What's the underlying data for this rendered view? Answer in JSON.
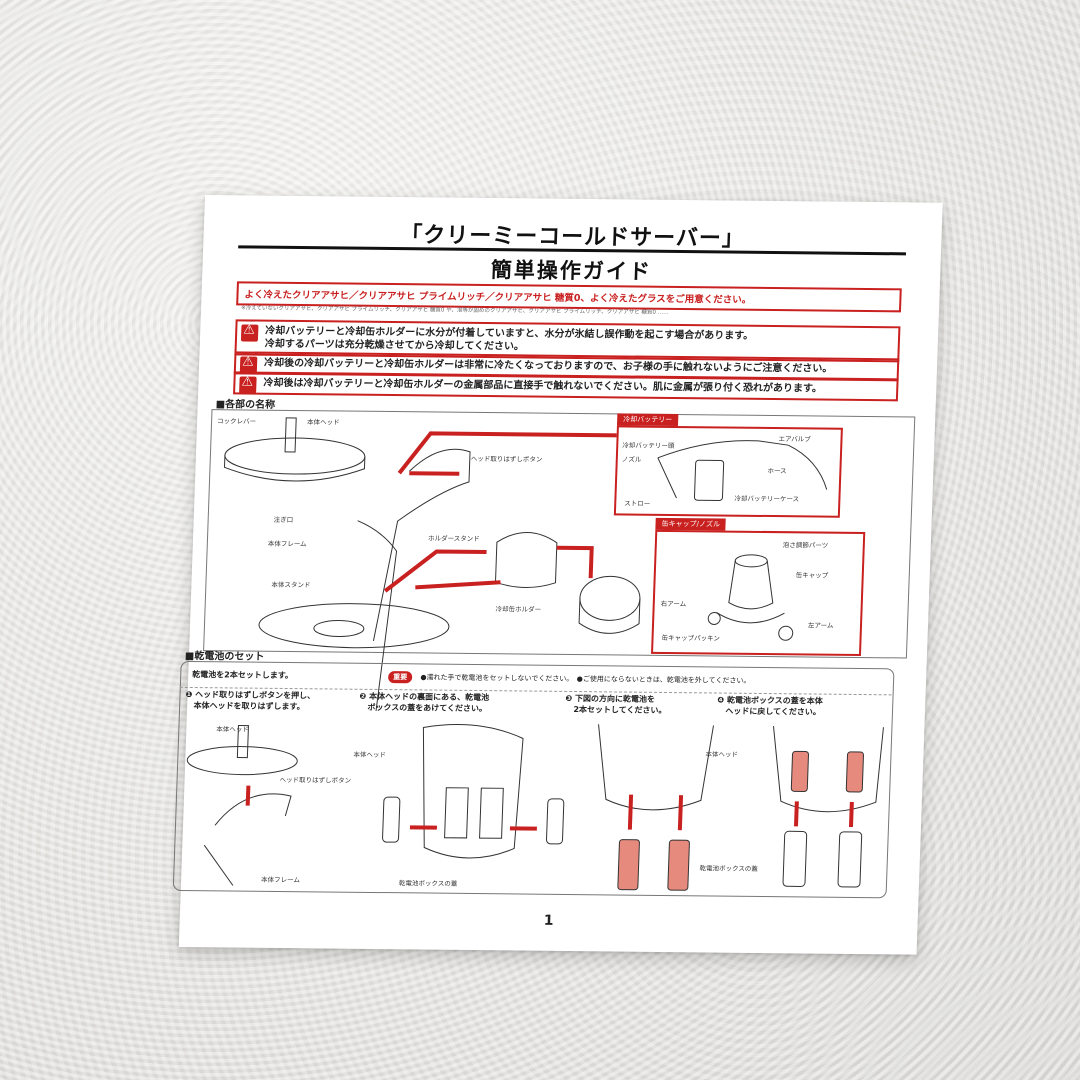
{
  "title": "「クリーミーコールドサーバー」",
  "subtitle": "簡単操作ガイド",
  "notice": "よく冷えたクリアアサヒ／クリアアサヒ プライムリッチ／クリアアサヒ 糖質0、よく冷えたグラスをご用意ください。",
  "footnote": "※冷えていないクリアアサヒ、クリアアサヒ プライムリッチ、クリアアサヒ 糖質0 や、泡等が固めのクリアアサヒ、クリアアサヒ プライムリッチ、クリアアサヒ 糖質0 ……",
  "warnings": [
    {
      "line1": "冷却バッテリーと冷却缶ホルダーに水分が付着していますと、水分が氷結し誤作動を起こす場合があります。",
      "line2": "冷却するパーツは充分乾燥させてから冷却してください。"
    },
    {
      "line1": "冷却後の冷却バッテリーと冷却缶ホルダーは非常に冷たくなっておりますので、お子様の手に触れないようにご注意ください。"
    },
    {
      "line1": "冷却後は冷却バッテリーと冷却缶ホルダーの金属部品に直接手で触れないでください。肌に金属が張り付く恐れがあります。"
    }
  ],
  "parts_section": {
    "title": "■各部の名称",
    "labels": {
      "cock_lever": "コックレバー",
      "head": "本体ヘッド",
      "head_release": "ヘッド取りはずしボタン",
      "spout": "注ぎ口",
      "frame": "本体フレーム",
      "stand": "本体スタンド",
      "holder_stand": "ホルダースタンド",
      "can_holder": "冷却缶ホルダー"
    },
    "battery_inset": {
      "title": "冷却バッテリー",
      "labels": {
        "head": "冷却バッテリー頭",
        "nozzle": "ノズル",
        "straw": "ストロー",
        "air_valve": "エアバルブ",
        "hose": "ホース",
        "case": "冷却バッテリーケース"
      }
    },
    "cap_inset": {
      "title": "缶キャップ/ノズル",
      "labels": {
        "foam_adjust": "泡さ調節パーツ",
        "can_cap": "缶キャップ",
        "right_arm": "右アーム",
        "left_arm": "左アーム",
        "packing": "缶キャップパッキン"
      }
    }
  },
  "battery_section": {
    "title": "■乾電池のセット",
    "intro": "乾電池を2本セットします。",
    "important_tag": "重要",
    "important_text": "●濡れた手で乾電池をセットしないでください。　●ご使用にならないときは、乾電池を外してください。",
    "steps": [
      {
        "no": "❶",
        "line1": "ヘッド取りはずしボタンを押し、",
        "line2": "本体ヘッドを取りはずします。"
      },
      {
        "no": "❷",
        "line1": "本体ヘッドの裏面にある、乾電池",
        "line2": "ボックスの蓋をあけてください。"
      },
      {
        "no": "❸",
        "line1": "下図の方向に乾電池を",
        "line2": "2本セットしてください。"
      },
      {
        "no": "❹",
        "line1": "乾電池ボックスの蓋を本体",
        "line2": "ヘッドに戻してください。"
      }
    ],
    "labels": {
      "head": "本体ヘッド",
      "head_release": "ヘッド取りはずしボタン",
      "frame": "本体フレーム",
      "head2": "本体ヘッド",
      "box_lid": "乾電池ボックスの蓋",
      "head4": "本体ヘッド",
      "box_lid4": "乾電池ボックスの蓋"
    }
  },
  "page_number": "1",
  "colors": {
    "accent": "#c92020",
    "battery": "#e58a7c"
  }
}
